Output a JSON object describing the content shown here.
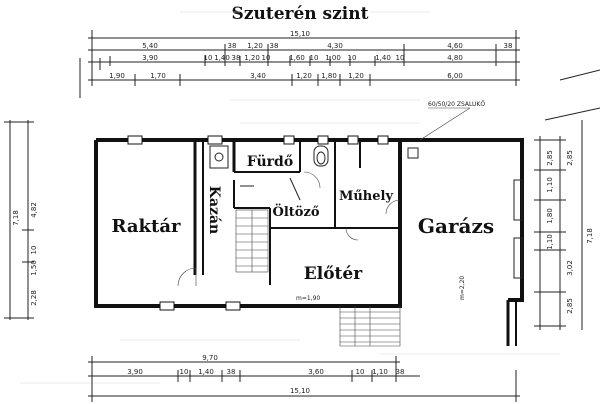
{
  "title": "Szuterén szint",
  "rooms": {
    "raktar": "Raktár",
    "kazan": "Kazán",
    "furdo": "Fürdő",
    "oltozo": "Öltöző",
    "muhely": "Műhely",
    "garazs": "Garázs",
    "eloter": "Előtér"
  },
  "top_dims": {
    "overall": "15,10",
    "row1": [
      "5,40",
      "38",
      "1,20",
      "38",
      "4,30",
      "4,60",
      "38"
    ],
    "row2": [
      "3,90",
      "10",
      "1,40",
      "38",
      "1,20",
      "10",
      "1,60",
      "10",
      "1,00",
      "10",
      "1,40",
      "10",
      "4,80"
    ],
    "row3": [
      "1,90",
      "1,70",
      "3,40",
      "1,20",
      "1,80",
      "1,20",
      "6,00"
    ]
  },
  "bottom_dims": {
    "row1": "9,70",
    "row2": [
      "3,90",
      "10",
      "1,40",
      "38",
      "3,60",
      "10",
      "1,10",
      "38"
    ],
    "overall": "15,10"
  },
  "left_dims": [
    "7,18",
    "4,82",
    "10",
    "1,50",
    "2,28"
  ],
  "right_dims": [
    "2,85",
    "1,10",
    "1,80",
    "1,10",
    "3,02",
    "2,85",
    "7,18",
    "2,85"
  ],
  "notes": {
    "beam": "60/50/20 ZSALUKŐ",
    "opening1": "m=1,90",
    "opening2": "m=2,20"
  }
}
